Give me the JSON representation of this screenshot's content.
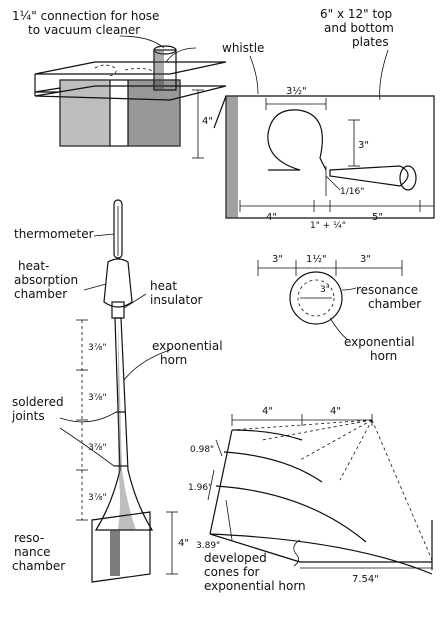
{
  "labels": {
    "hose_connection_line1": "1¼\" connection for hose",
    "hose_connection_line2": "to vacuum cleaner",
    "plates_line1": "6\" x 12\" top",
    "plates_line2": "and bottom",
    "plates_line3": "plates",
    "whistle": "whistle",
    "thermometer": "thermometer",
    "heat_absorption_line1": "heat-",
    "heat_absorption_line2": "absorption",
    "heat_absorption_line3": "chamber",
    "heat_insulator_line1": "heat",
    "heat_insulator_line2": "insulator",
    "exponential_horn_line1": "exponential",
    "exponential_horn_line2": "horn",
    "soldered_line1": "soldered",
    "soldered_line2": "joints",
    "resonance_left_line1": "reso-",
    "resonance_left_line2": "nance",
    "resonance_left_line3": "chamber",
    "resonance_right_line1": "resonance",
    "resonance_right_line2": "chamber",
    "exp_horn_right_line1": "exponential",
    "exp_horn_right_line2": "horn",
    "developed_line1": "developed",
    "developed_line2": "cones for",
    "developed_line3": "exponential horn"
  },
  "dimensions": {
    "box_height": "4\"",
    "whistle_top": "3½\"",
    "whistle_right": "3\"",
    "whistle_small": "1/16\"",
    "whistle_bottom_left": "4\"",
    "whistle_bottom_mid": "1\" + ¼\"",
    "whistle_bottom_right": "5\"",
    "res_left": "3\"",
    "res_mid": "1½\"",
    "res_right": "3\"",
    "res_circle": "3\"",
    "horn_seg1": "3⅞\"",
    "horn_seg2": "3⅞\"",
    "horn_seg3": "3⅞\"",
    "horn_seg4": "3⅞\"",
    "chamber_height": "4\"",
    "cone_top_left": "4\"",
    "cone_top_right": "4\"",
    "cone_098": "0.98\"",
    "cone_196": "1.96\"",
    "cone_389": "3.89\"",
    "cone_754": "7.54\""
  }
}
